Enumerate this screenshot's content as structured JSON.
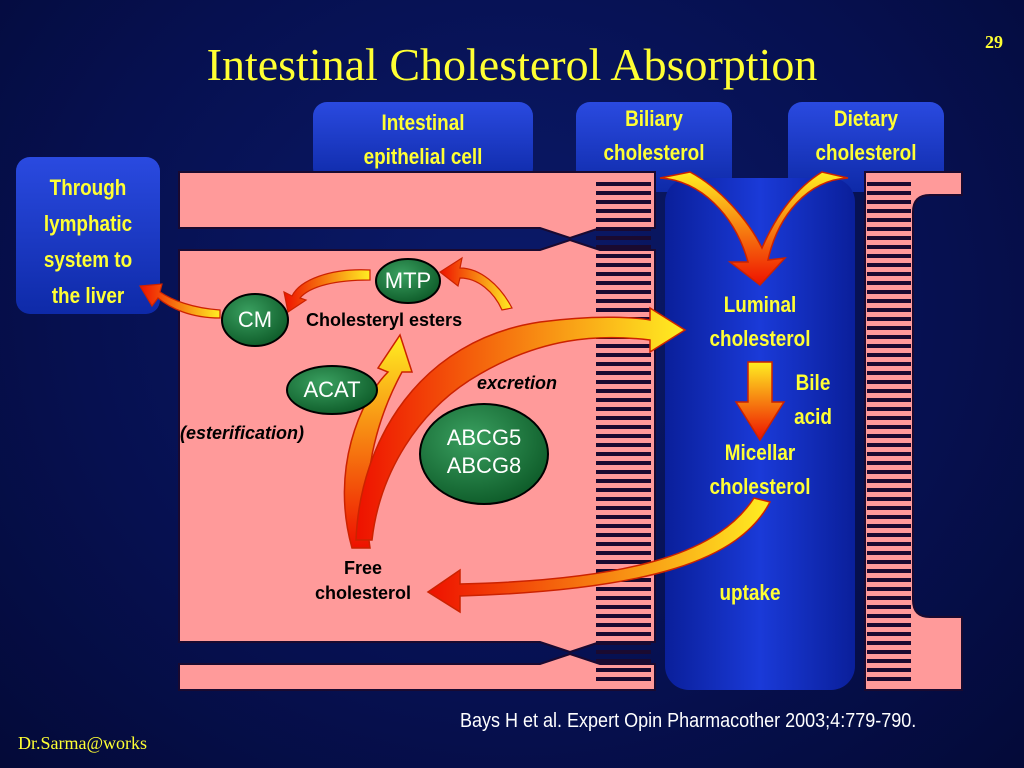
{
  "slide": {
    "number": "29",
    "title": "Intestinal Cholesterol Absorption"
  },
  "boxes": {
    "epithelial": [
      "Intestinal",
      "epithelial cell"
    ],
    "biliary": [
      "Biliary",
      "cholesterol"
    ],
    "dietary": [
      "Dietary",
      "cholesterol"
    ],
    "lymphatic": [
      "Through",
      "lymphatic",
      "system to",
      "the liver"
    ]
  },
  "nodes": {
    "mtp": "MTP",
    "cm": "CM",
    "acat": "ACAT",
    "abcg5": "ABCG5",
    "abcg8": "ABCG8"
  },
  "labels": {
    "cholesteryl_esters": "Cholesteryl esters",
    "esterification": "(esterification)",
    "excretion": "excretion",
    "free_cholesterol": [
      "Free",
      "cholesterol"
    ],
    "luminal_cholesterol": [
      "Luminal",
      "cholesterol"
    ],
    "bile_acid": [
      "Bile",
      "acid"
    ],
    "micellar_cholesterol": [
      "Micellar",
      "cholesterol"
    ],
    "uptake": "uptake"
  },
  "footer": {
    "citation": "Bays H et al. Expert Opin Pharmacother 2003;4:779-790.",
    "author": "Dr.Sarma@works"
  },
  "colors": {
    "title": "#ffff33",
    "cell": "#ff9a9a",
    "lumen": "#1530c8",
    "node": "#1e7a3a",
    "arrow_start": "#ffee22",
    "arrow_end": "#ee1100"
  }
}
